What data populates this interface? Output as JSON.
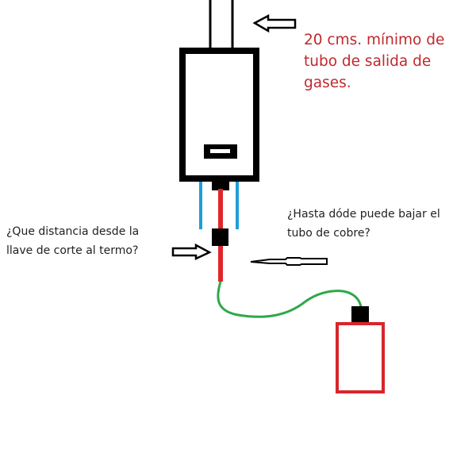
{
  "annotations": {
    "flue_note": [
      "20 cms. mínimo de",
      "tubo de salida de",
      "gases."
    ],
    "distance_question": [
      "¿Que distancia desde la",
      "llave de corte al termo?"
    ],
    "pipe_question": [
      "¿Hasta dóde puede bajar el",
      "tubo de cobre?"
    ]
  },
  "colors": {
    "note_red": "#c0282d",
    "cold_pipe": "#1e9fd8",
    "hot_pipe": "#e0262a",
    "flex_hose": "#2ea84a",
    "tank": "#d8262a"
  }
}
